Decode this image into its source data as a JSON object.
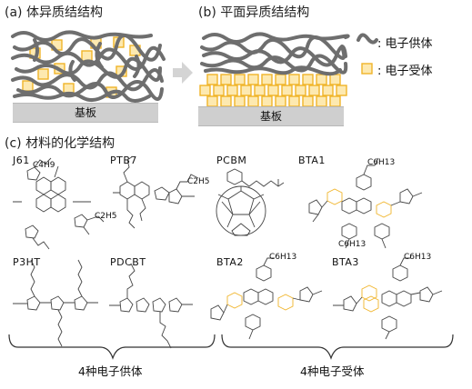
{
  "panel_a": {
    "title": "(a) 体异质结结构",
    "substrate": "基板"
  },
  "panel_b": {
    "title": "(b) 平面异质结结构",
    "substrate": "基板"
  },
  "legend": {
    "donor_label": ": 电子供体",
    "acceptor_label": ": 电子受体"
  },
  "panel_c": {
    "title": "(c) 材料的化学结构",
    "molecules": {
      "j61": "J61",
      "ptb7": "PTB7",
      "pcbm": "PCBM",
      "bta1": "BTA1",
      "p3ht": "P3HT",
      "pdcbt": "PDCBT",
      "bta2": "BTA2",
      "bta3": "BTA3"
    },
    "substituents": {
      "c4h9": "C4H9",
      "c2h5": "C2H5",
      "c6h13": "C6H13"
    },
    "donor_group_label": "4种电子供体",
    "acceptor_group_label": "4种电子受体"
  },
  "colors": {
    "polymer": "#6e6e6e",
    "acceptor_fill": "#fde9b0",
    "acceptor_stroke": "#f0b429",
    "substrate": "#cfcfcf"
  }
}
